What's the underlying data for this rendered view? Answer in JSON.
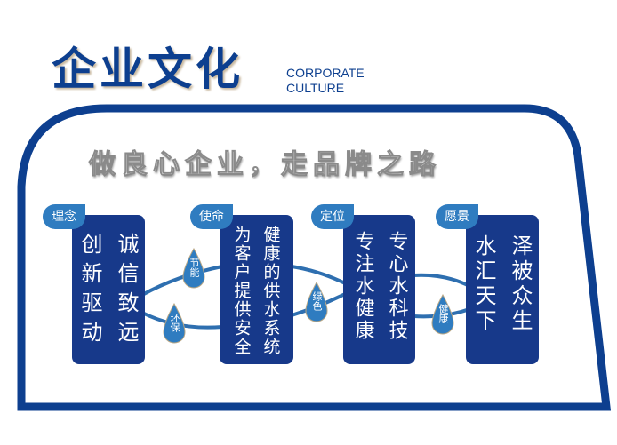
{
  "header": {
    "title": "企业文化",
    "subtitle_line1": "CORPORATE",
    "subtitle_line2": "CULTURE"
  },
  "slogan": "做良心企业，走品牌之路",
  "sections": [
    {
      "tag": "理念",
      "columns": [
        "创新驱动",
        "诚信致远"
      ]
    },
    {
      "tag": "使命",
      "columns": [
        "为客户提供安全",
        "健康的供水系统"
      ]
    },
    {
      "tag": "定位",
      "columns": [
        "专注水健康",
        "专心水科技"
      ]
    },
    {
      "tag": "愿景",
      "columns": [
        "水汇天下",
        "泽被众生"
      ]
    }
  ],
  "droplets": [
    "节能",
    "环保",
    "绿色",
    "健康"
  ],
  "colors": {
    "primary": "#0d3f8f",
    "box": "#17398a",
    "accent": "#2f7cc0"
  }
}
